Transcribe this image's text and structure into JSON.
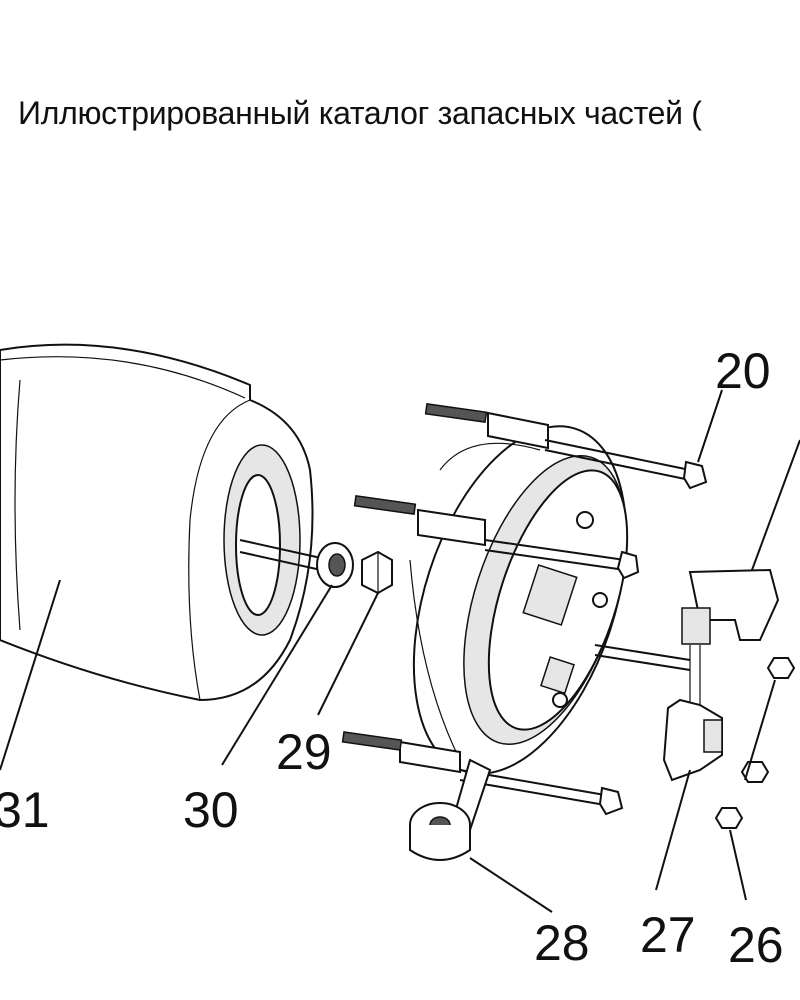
{
  "title": "Иллюстрированный каталог запасных частей (",
  "callouts": {
    "p20": "20",
    "p26": "26",
    "p27": "27",
    "p28": "28",
    "p29": "29",
    "p30": "30",
    "p31": "31"
  }
}
